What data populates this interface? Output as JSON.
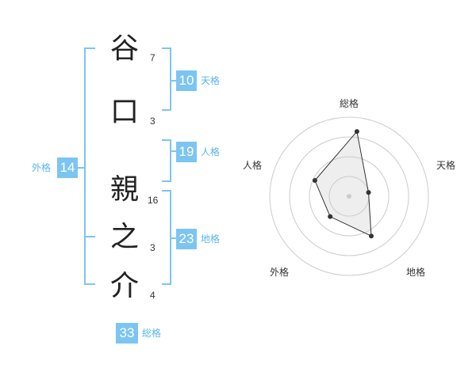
{
  "name": {
    "characters": [
      {
        "char": "谷",
        "strokes": "7"
      },
      {
        "char": "口",
        "strokes": "3"
      },
      {
        "char": "親",
        "strokes": "16"
      },
      {
        "char": "之",
        "strokes": "3"
      },
      {
        "char": "介",
        "strokes": "4"
      }
    ]
  },
  "fortunes": {
    "tenkaku": {
      "value": "10",
      "label": "天格"
    },
    "jinkaku": {
      "value": "19",
      "label": "人格"
    },
    "chikaku": {
      "value": "23",
      "label": "地格"
    },
    "gaikaku": {
      "value": "14",
      "label": "外格"
    },
    "soukaku": {
      "value": "33",
      "label": "総格"
    }
  },
  "colors": {
    "accent": "#7cc5f2",
    "label": "#5ab4ec"
  },
  "radar": {
    "axes": [
      "総格",
      "天格",
      "地格",
      "外格",
      "人格"
    ],
    "values": [
      33,
      10,
      23,
      14,
      19
    ],
    "max": 40
  }
}
